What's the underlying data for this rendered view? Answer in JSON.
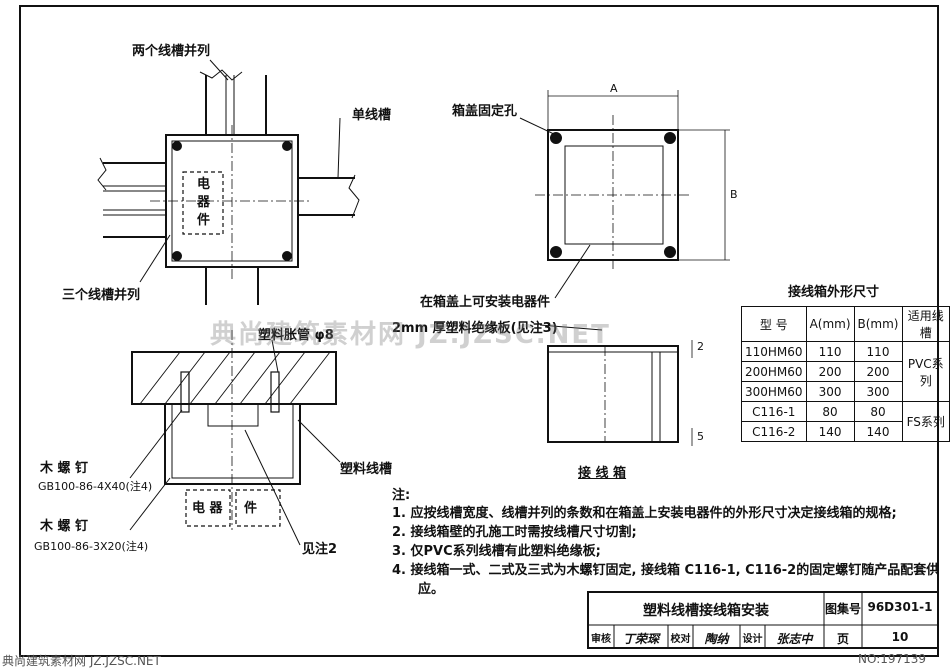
{
  "labels": {
    "two_ducts": "两个线槽并列",
    "single_duct": "单线槽",
    "three_ducts": "三个线槽并列",
    "electrical": "电\n器\n件",
    "electrical_bottom_a": "电 器",
    "electrical_bottom_b": "件",
    "lid_hole": "箱盖固定孔",
    "dim_a": "A",
    "dim_b": "B",
    "on_lid": "在箱盖上可安装电器件",
    "insulation": "2mm 厚塑料绝缘板(见注3)",
    "expansion": "塑料胀管 φ8",
    "duct": "塑料线槽",
    "screw1_title": "木   螺   钉",
    "screw1_spec": "GB100-86-4X40(注4)",
    "screw2_title": "木   螺   钉",
    "screw2_spec": "GB100-86-3X20(注4)",
    "see_note2": "见注2",
    "box": "接   线   箱",
    "dim_small_1": "2",
    "dim_small_2": "5"
  },
  "table": {
    "title": "接线箱外形尺寸",
    "headers": [
      "型  号",
      "A(mm)",
      "B(mm)",
      "适用线槽"
    ],
    "rows": [
      [
        "110HM60",
        "110",
        "110"
      ],
      [
        "200HM60",
        "200",
        "200"
      ],
      [
        "300HM60",
        "300",
        "300"
      ],
      [
        "C116-1",
        "80",
        "80"
      ],
      [
        "C116-2",
        "140",
        "140"
      ]
    ],
    "series_pvc": "PVC系列",
    "series_fs": "FS系列"
  },
  "notes": {
    "head": "注:",
    "items": [
      "1. 应按线槽宽度、线槽并列的条数和在箱盖上安装电器件的外形尺寸决定接线箱的规格;",
      "2. 接线箱壁的孔施工时需按线槽尺寸切割;",
      "3. 仅PVC系列线槽有此塑料绝缘板;",
      "4. 接线箱一式、二式及三式为木螺钉固定, 接线箱 C116-1, C116-2的固定螺钉随产品配套供",
      "应。"
    ]
  },
  "title_block": {
    "title": "塑料线槽接线箱安装",
    "atlas_label": "图集号",
    "atlas_no": "96D301-1",
    "review_label": "审核",
    "review_sig": "丁荣琛",
    "check_label": "校对",
    "check_sig": "陶纳",
    "design_label": "设计",
    "design_sig": "张志中",
    "page_label": "页",
    "page_no": "10"
  },
  "watermarks": {
    "center": "典尚建筑素材网 JZ.JZSC.NET",
    "bottom_left": "典尚建筑素材网 JZ.JZSC.NET",
    "bottom_right": "NO:197139"
  }
}
